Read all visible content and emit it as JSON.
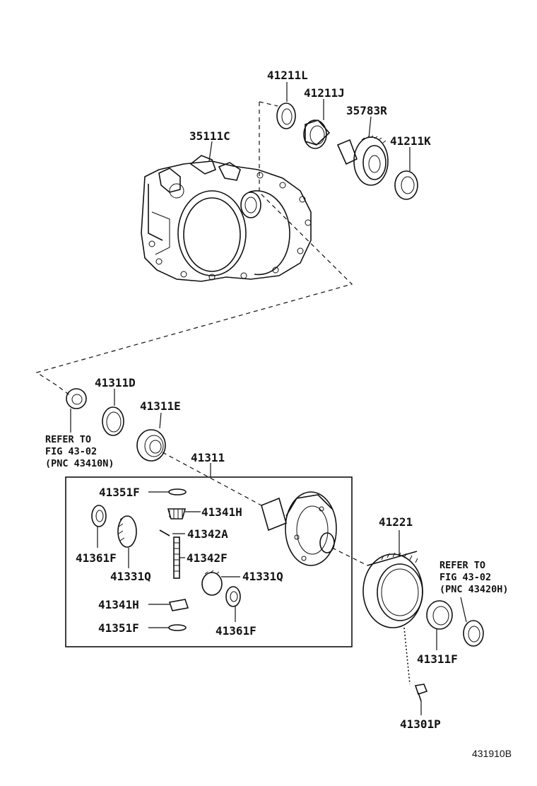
{
  "figure_id": "431910B",
  "parts": {
    "p41211L": "41211L",
    "p41211J": "41211J",
    "p35783R": "35783R",
    "p35111C": "35111C",
    "p41211K": "41211K",
    "p41311D": "41311D",
    "p41311E": "41311E",
    "p41311": "41311",
    "p41351F_top": "41351F",
    "p41341H_top": "41341H",
    "p41342A": "41342A",
    "p41361F_left": "41361F",
    "p41342F": "41342F",
    "p41331Q_left": "41331Q",
    "p41331Q_right": "41331Q",
    "p41341H_bottom": "41341H",
    "p41351F_bottom": "41351F",
    "p41361F_right": "41361F",
    "p41221": "41221",
    "p41311F": "41311F",
    "p41301P": "41301P"
  },
  "refs": {
    "left": {
      "line1": "REFER TO",
      "line2": "FIG 43-02",
      "line3": "(PNC 43410N)"
    },
    "right": {
      "line1": "REFER TO",
      "line2": "FIG 43-02",
      "line3": "(PNC 43420H)"
    }
  }
}
